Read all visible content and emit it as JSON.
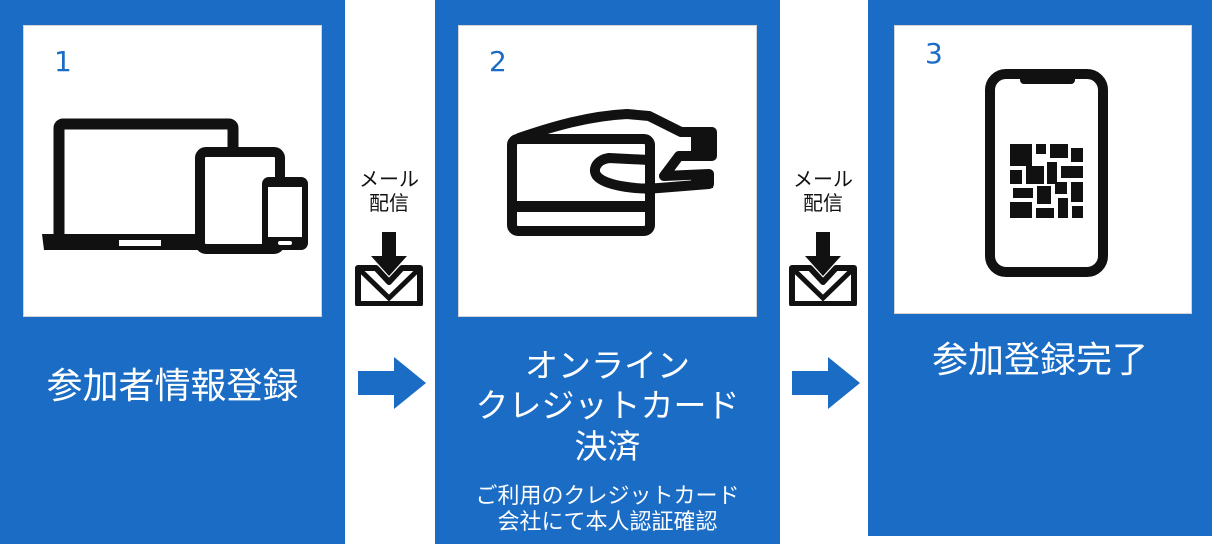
{
  "steps": [
    {
      "number": "1",
      "title": "参加者情報登録",
      "note_lines": [],
      "icon": "devices-icon"
    },
    {
      "number": "2",
      "title_lines": [
        "オンライン",
        "クレジットカード",
        "決済"
      ],
      "note_lines": [
        "ご利用のクレジットカード",
        "会社にて本人認証確認"
      ],
      "icon": "credit-card-hand-icon"
    },
    {
      "number": "3",
      "title": "参加登録完了",
      "note_lines": [],
      "icon": "smartphone-qr-icon"
    }
  ],
  "connectors": [
    {
      "mail_label_lines": [
        "メール",
        "配信"
      ],
      "icons": [
        "mail-download-icon",
        "right-arrow-icon"
      ]
    },
    {
      "mail_label_lines": [
        "メール",
        "配信"
      ],
      "icons": [
        "mail-download-icon",
        "right-arrow-icon"
      ]
    }
  ],
  "colors": {
    "panel": "#1a6cc5",
    "icon": "#111111",
    "step_number": "#1a6cc5"
  }
}
